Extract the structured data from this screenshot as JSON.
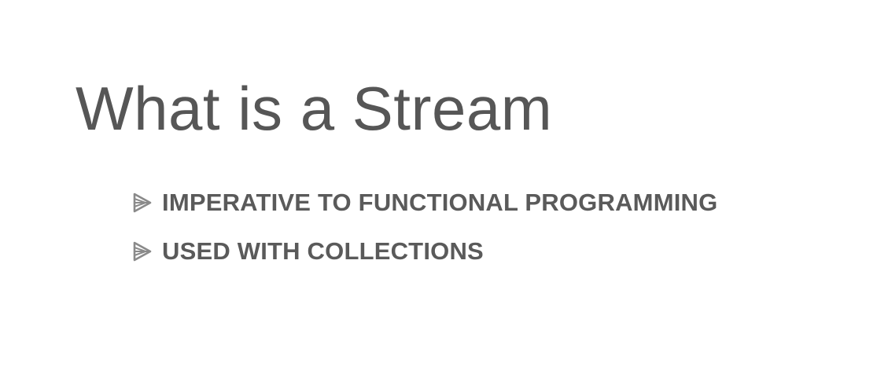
{
  "slide": {
    "title": "What is a Stream",
    "bullets": [
      {
        "icon": "triangle-bullet-icon",
        "text": "IMPERATIVE TO FUNCTIONAL PROGRAMMING"
      },
      {
        "icon": "triangle-bullet-icon",
        "text": "USED WITH COLLECTIONS"
      }
    ]
  },
  "colors": {
    "text": "#555555",
    "background": "#ffffff",
    "bullet_icon": "#8a8a8a"
  }
}
